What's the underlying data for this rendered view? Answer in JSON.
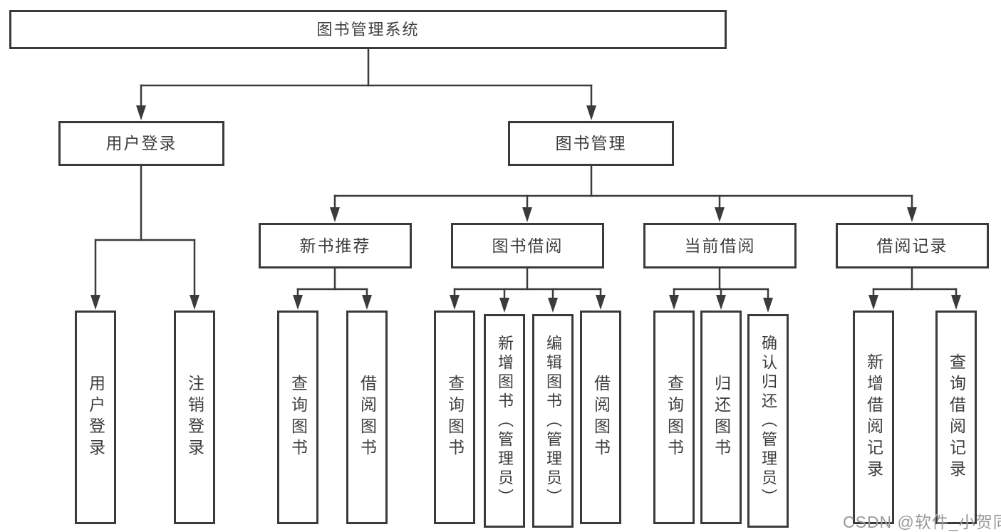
{
  "root": {
    "label": "图书管理系统"
  },
  "branches": [
    {
      "label": "用户登录",
      "children": [
        {
          "label": "用户登录"
        },
        {
          "label": "注销登录"
        }
      ]
    },
    {
      "label": "图书管理",
      "children": [
        {
          "label": "新书推荐",
          "children": [
            {
              "label": "查询图书"
            },
            {
              "label": "借阅图书"
            }
          ]
        },
        {
          "label": "图书借阅",
          "children": [
            {
              "label": "查询图书"
            },
            {
              "label": "新增图书（管理员）"
            },
            {
              "label": "编辑图书（管理员）"
            },
            {
              "label": "借阅图书"
            }
          ]
        },
        {
          "label": "当前借阅",
          "children": [
            {
              "label": "查询图书"
            },
            {
              "label": "归还图书"
            },
            {
              "label": "确认归还（管理员）"
            }
          ]
        },
        {
          "label": "借阅记录",
          "children": [
            {
              "label": "新增借阅记录"
            },
            {
              "label": "查询借阅记录"
            }
          ]
        }
      ]
    }
  ],
  "watermark": {
    "text": "CSDN @软件_小贺同学"
  },
  "colors": {
    "line": "#3b3b3b",
    "border": "#3a3a3a",
    "text": "#3d3d3d",
    "watermark": "#9a9a9a",
    "background": "#ffffff"
  }
}
